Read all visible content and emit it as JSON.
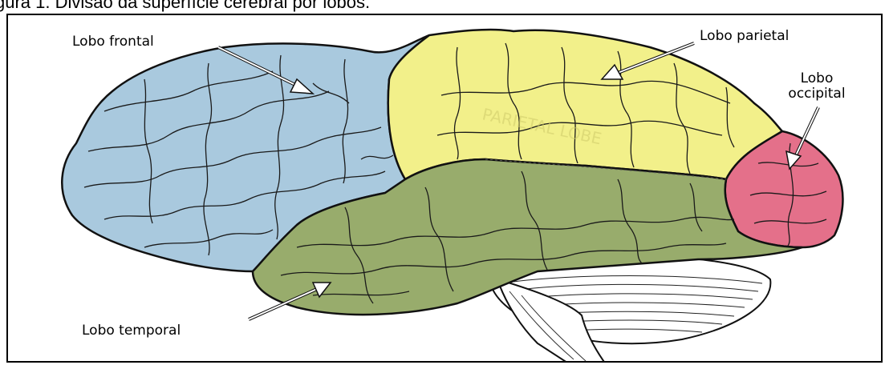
{
  "caption": "gura 1. Divisão da superfície cerebral por lobos.",
  "labels": {
    "frontal": "Lobo frontal",
    "parietal": "Lobo parietal",
    "occipital_line1": "Lobo",
    "occipital_line2": "occipital",
    "temporal": "Lobo temporal"
  },
  "watermark": "PARIETAL LOBE",
  "colors": {
    "frontal": "#a9c9de",
    "parietal": "#f2f08a",
    "occipital": "#e4708a",
    "temporal": "#98ac6c",
    "cerebellum": "#ffffff",
    "outline": "#111111"
  }
}
